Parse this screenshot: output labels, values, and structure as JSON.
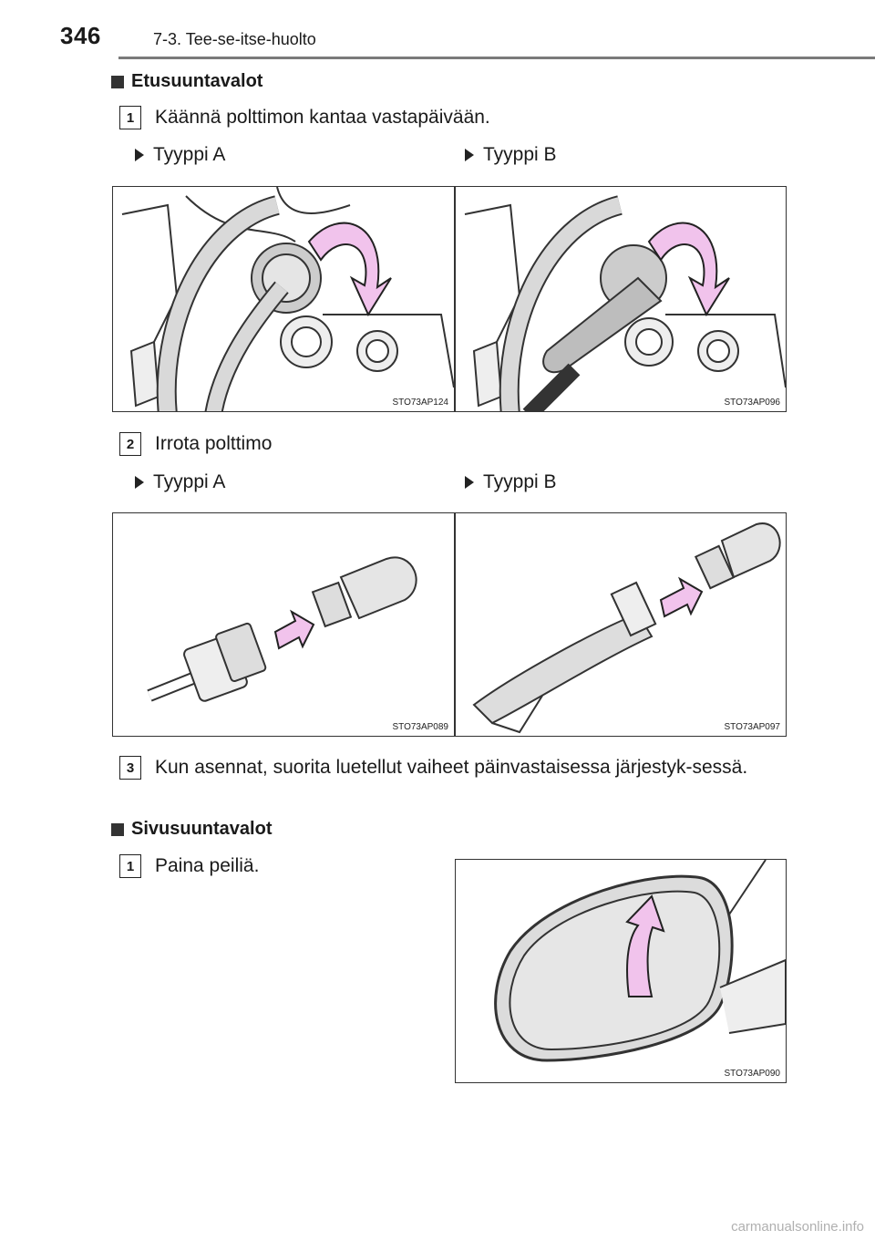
{
  "header": {
    "page_number": "346",
    "chapter": "7-3. Tee-se-itse-huolto"
  },
  "sections": {
    "front": {
      "title": "Etusuuntavalot",
      "step1": {
        "number": "1",
        "text": "Käännä polttimon kantaa vastapäivään."
      },
      "step2": {
        "number": "2",
        "text": "Irrota polttimo"
      },
      "step3": {
        "number": "3",
        "text": "Kun asennat, suorita luetellut vaiheet päinvastaisessa järjestyk-sessä."
      },
      "type_a": "Tyyppi A",
      "type_b": "Tyyppi B",
      "figures": {
        "f1": "STO73AP124",
        "f2": "STO73AP096",
        "f3": "STO73AP089",
        "f4": "STO73AP097"
      }
    },
    "side": {
      "title": "Sivusuuntavalot",
      "step1": {
        "number": "1",
        "text": "Paina peiliä."
      },
      "figure": "STO73AP090"
    }
  },
  "watermark": "carmanualsonline.info",
  "colors": {
    "arrow_fill": "#f1c3ec",
    "arrow_stroke": "#222222",
    "shade": "#d9d9d9"
  }
}
